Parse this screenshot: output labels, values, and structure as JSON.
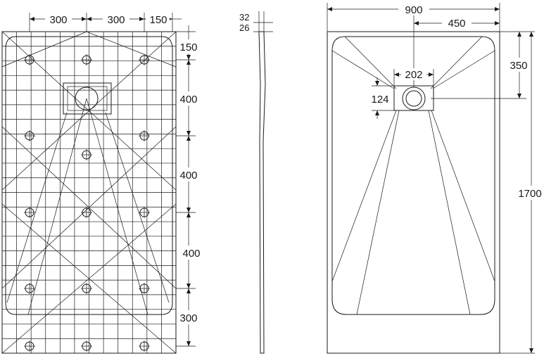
{
  "grid_view": {
    "dim_top": [
      "300",
      "300",
      "150"
    ],
    "dim_right": [
      "150",
      "400",
      "400",
      "400",
      "300"
    ]
  },
  "side_view": {
    "dim_thickness": [
      "32",
      "26"
    ]
  },
  "top_view": {
    "dim_width": "900",
    "dim_half_width": "450",
    "dim_drain_offset": "350",
    "dim_drain_width": "202",
    "dim_drain_height": "124",
    "dim_length": "1700"
  }
}
